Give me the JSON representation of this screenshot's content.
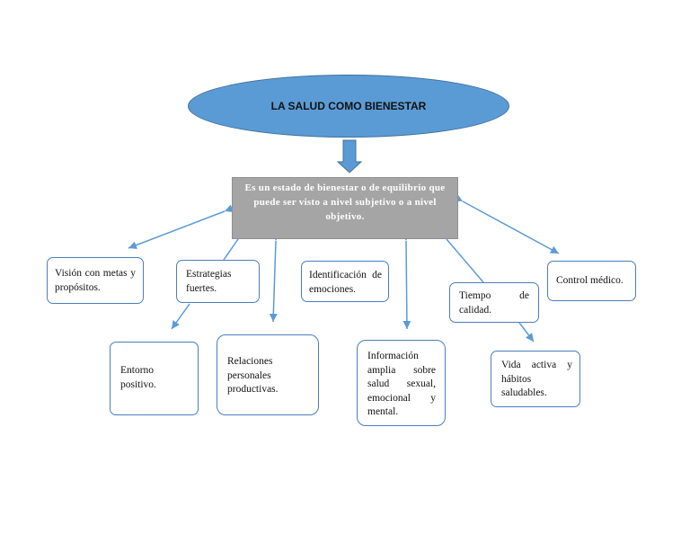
{
  "title": "LA SALUD COMO BIENESTAR",
  "definition": "Es un estado de bienestar o de equilibrio que puede ser visto a nivel subjetivo o a nivel objetivo.",
  "nodes": {
    "vision": "Visión con metas y propósitos.",
    "estrategias": "Estrategias fuertes.",
    "identificacion": "Identificación de emociones.",
    "tiempo": "Tiempo de calidad.",
    "control": "Control médico.",
    "entorno": "Entorno positivo.",
    "relaciones": "Relaciones personales productivas.",
    "informacion": "Información amplia sobre salud sexual, emocional y mental.",
    "vida": "Vida activa y hábitos saludables."
  },
  "colors": {
    "ellipse_fill": "#5b9bd5",
    "definition_fill": "#a5a5a5",
    "connector": "#5b9bd5",
    "node_border": "#4a7ebb"
  }
}
